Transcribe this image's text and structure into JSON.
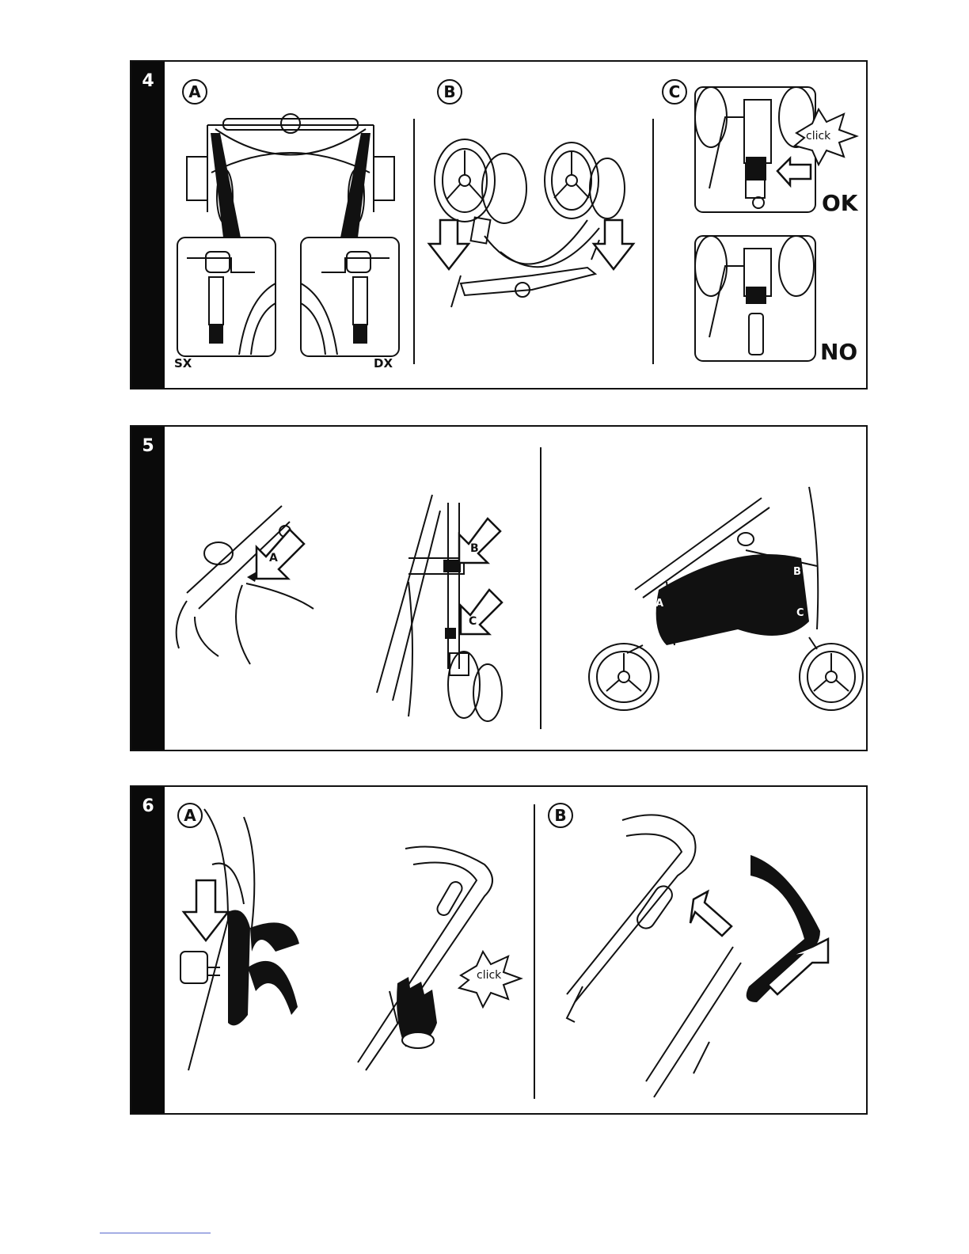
{
  "panels": [
    {
      "step": "4",
      "sections": [
        {
          "letter": "A",
          "labels": [
            "SX",
            "DX"
          ]
        },
        {
          "letter": "B"
        },
        {
          "letter": "C",
          "labels": [
            "click",
            "OK",
            "NO"
          ]
        }
      ]
    },
    {
      "step": "5",
      "labels": [
        "A",
        "B",
        "C",
        "A",
        "B",
        "C"
      ]
    },
    {
      "step": "6",
      "sections": [
        {
          "letter": "A",
          "labels": [
            "click"
          ]
        },
        {
          "letter": "B"
        }
      ]
    }
  ]
}
